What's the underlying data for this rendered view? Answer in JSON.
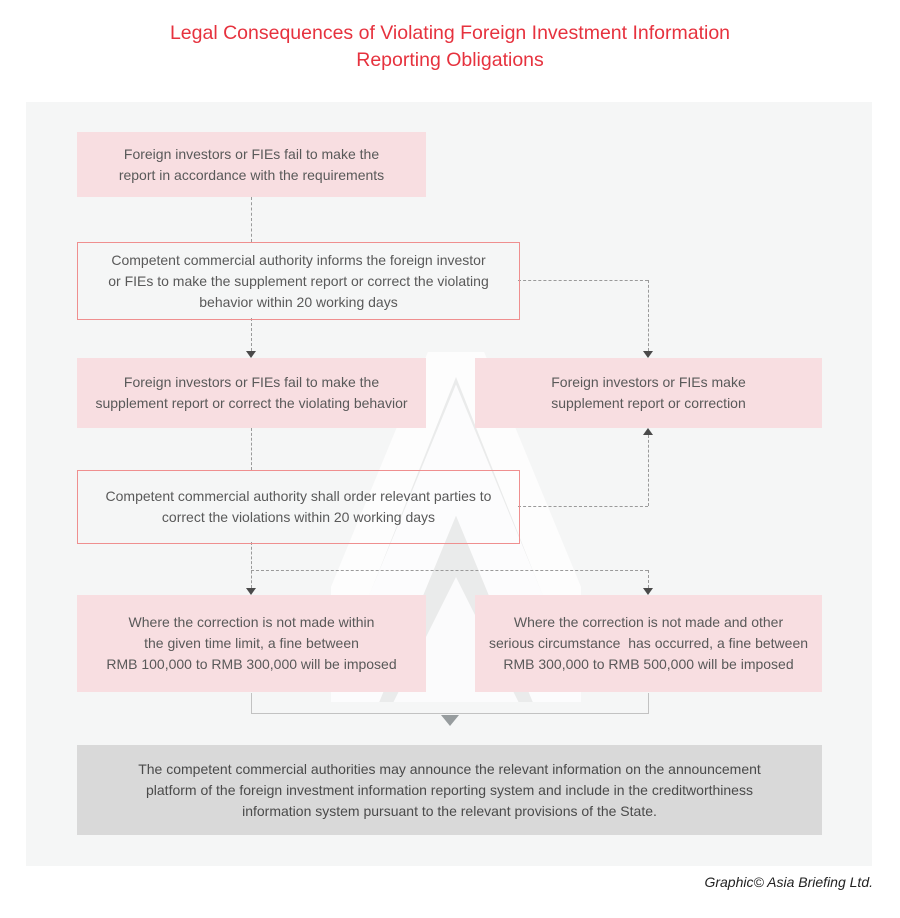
{
  "title": {
    "line1": "Legal Consequences of Violating Foreign Investment Information",
    "line2": "Reporting Obligations"
  },
  "flow": {
    "box1": {
      "lines": [
        "Foreign investors or FIEs fail to make the",
        "report in accordance with the requirements"
      ]
    },
    "box2": {
      "lines": [
        "Competent commercial authority informs the foreign investor",
        "or FIEs to make the supplement report or correct the violating",
        "behavior within 20 working days"
      ]
    },
    "box3": {
      "lines": [
        "Foreign investors or FIEs fail to make the",
        "supplement report or correct the violating behavior"
      ]
    },
    "box4": {
      "lines": [
        "Foreign investors or FIEs make",
        "supplement report or correction"
      ]
    },
    "box5": {
      "lines": [
        "Competent commercial authority shall order relevant parties to",
        "correct the violations within 20 working days"
      ]
    },
    "box6": {
      "lines": [
        "Where the correction is not made within",
        "the given time limit, a fine between",
        "RMB 100,000 to RMB 300,000 will be imposed"
      ]
    },
    "box7": {
      "lines": [
        "Where the correction is not made and other",
        "serious circumstance  has occurred, a fine between",
        "RMB 300,000 to RMB 500,000 will be imposed"
      ]
    },
    "announcement": {
      "lines": [
        "The competent commercial authorities may announce the relevant information on the announcement",
        "platform of the foreign investment information reporting system and include in the creditworthiness",
        "information system pursuant to the relevant provisions of the State."
      ]
    }
  },
  "credit": "Graphic© Asia Briefing Ltd.",
  "colors": {
    "title_red": "#e6323e",
    "pink_box": "#f8dee1",
    "outline_box_border": "#ef8f8f",
    "canvas_bg": "#f5f6f6",
    "announcement_bg": "#d9d9d9",
    "body_text": "#595959",
    "dashed_line": "#9a9a9a",
    "arrow_dark": "#4a4a4a",
    "solid_connector": "#c2c2c2",
    "watermark_gray": "#eaebeb"
  }
}
